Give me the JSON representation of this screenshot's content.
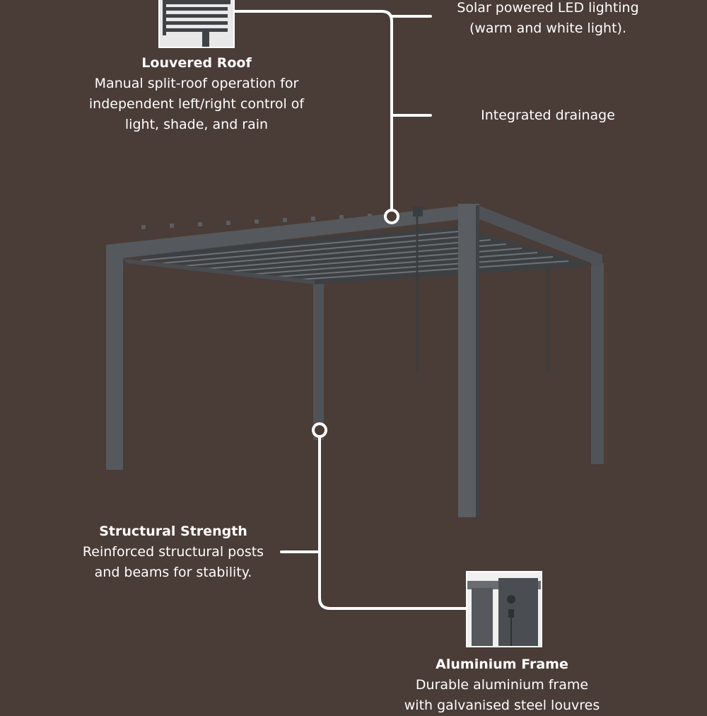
{
  "colors": {
    "background": "#4a3c36",
    "line": "#ffffff",
    "text": "#ffffff",
    "frame": "#55595d"
  },
  "features": {
    "louvered_roof": {
      "title": "Louvered Roof",
      "lines": [
        "Manual split-roof operation for",
        "independent left/right control of",
        "light, shade, and rain"
      ]
    },
    "solar_lighting": {
      "lines": [
        "Solar powered LED lighting",
        "(warm and white light)."
      ]
    },
    "drainage": {
      "lines": [
        "Integrated drainage"
      ]
    },
    "structural_strength": {
      "title": "Structural Strength",
      "lines": [
        "Reinforced structural posts",
        "and beams for stability."
      ]
    },
    "aluminium_frame": {
      "title": "Aluminium Frame",
      "lines": [
        "Durable aluminium frame",
        "with galvanised steel louvres"
      ]
    }
  }
}
